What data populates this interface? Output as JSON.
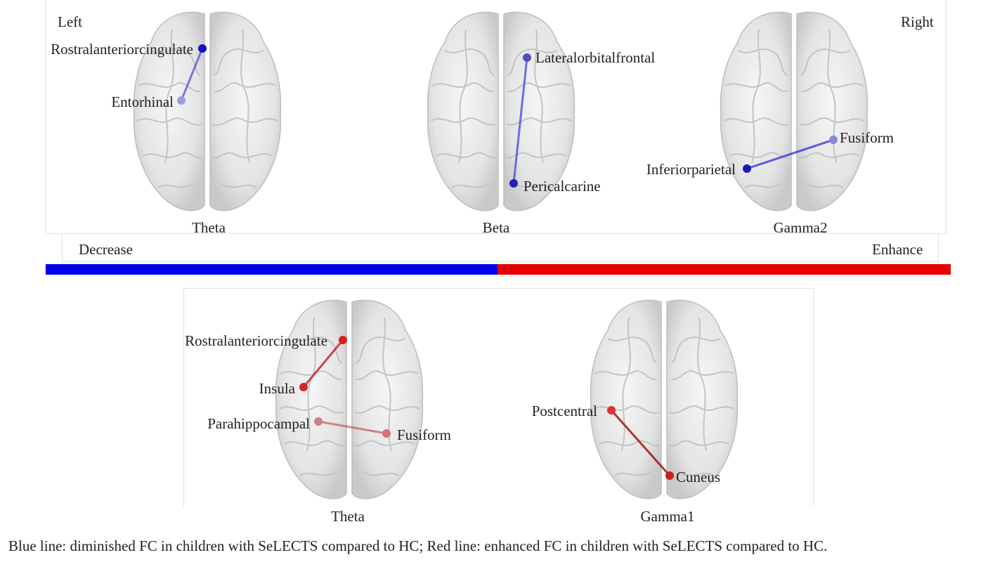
{
  "orientation": {
    "left": "Left",
    "right": "Right"
  },
  "colorbar": {
    "decrease_label": "Decrease",
    "enhance_label": "Enhance",
    "decrease_color": "#0000e6",
    "enhance_color": "#e60000"
  },
  "panels": [
    {
      "band": "Theta",
      "direction": "decrease",
      "nodes": [
        "Rostralanteriorcingulate",
        "Entorhinal"
      ]
    },
    {
      "band": "Beta",
      "direction": "decrease",
      "nodes": [
        "Lateralorbitalfrontal",
        "Pericalcarine"
      ]
    },
    {
      "band": "Gamma2",
      "direction": "decrease",
      "nodes": [
        "Fusiform",
        "Inferiorparietal"
      ]
    },
    {
      "band": "Theta",
      "direction": "enhance",
      "nodes": [
        "Rostralanteriorcingulate",
        "Insula",
        "Parahippocampal",
        "Fusiform"
      ]
    },
    {
      "band": "Gamma1",
      "direction": "enhance",
      "nodes": [
        "Postcentral",
        "Cuneus"
      ]
    }
  ],
  "caption": "Blue line: diminished FC in children with SeLECTS compared to HC; Red line: enhanced FC in children with SeLECTS compared to HC."
}
